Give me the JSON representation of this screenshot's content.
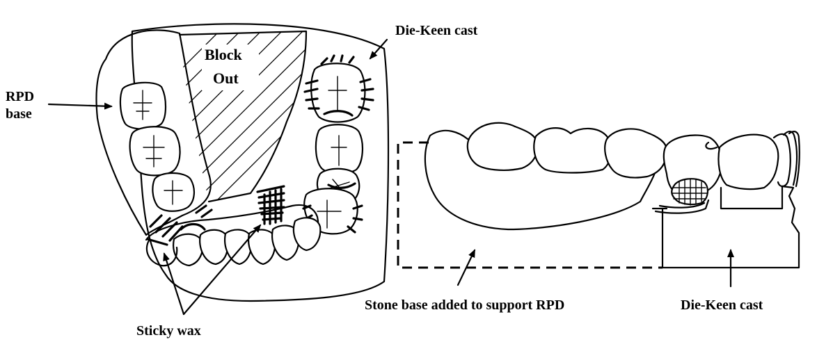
{
  "labels": {
    "die_keen_top": "Die-Keen cast",
    "block_out_1": "Block",
    "block_out_2": "Out",
    "rpd_base_1": "RPD",
    "rpd_base_2": "base",
    "sticky_wax": "Sticky wax",
    "stone_base": "Stone base added to support RPD",
    "die_keen_right": "Die-Keen cast"
  }
}
